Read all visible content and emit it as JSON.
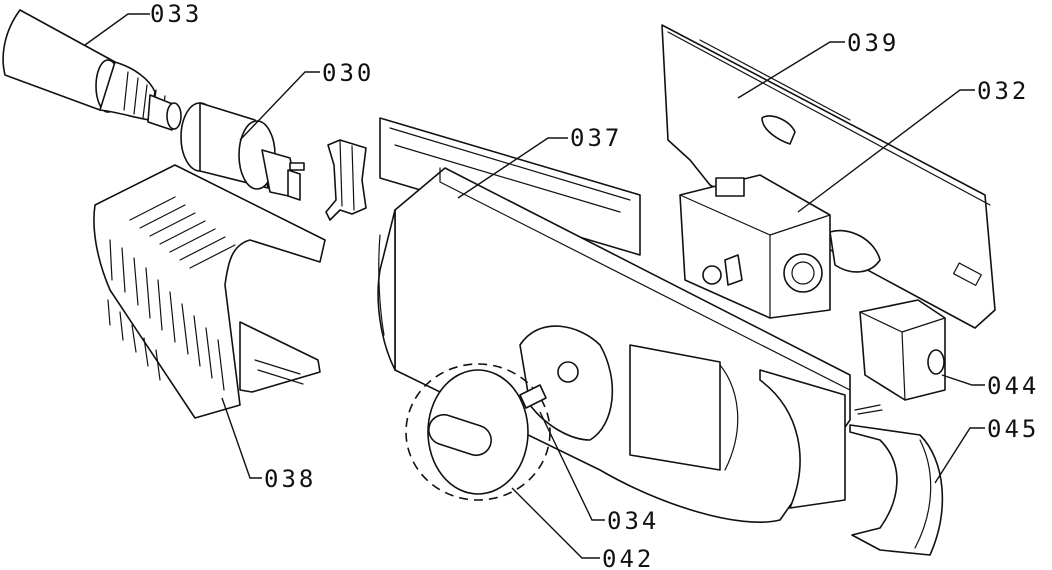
{
  "diagram": {
    "type": "exploded-parts-view",
    "labels": {
      "p030": "030",
      "p032": "032",
      "p033": "033",
      "p034": "034",
      "p037": "037",
      "p038": "038",
      "p039": "039",
      "p042": "042",
      "p044": "044",
      "p045": "045"
    }
  }
}
